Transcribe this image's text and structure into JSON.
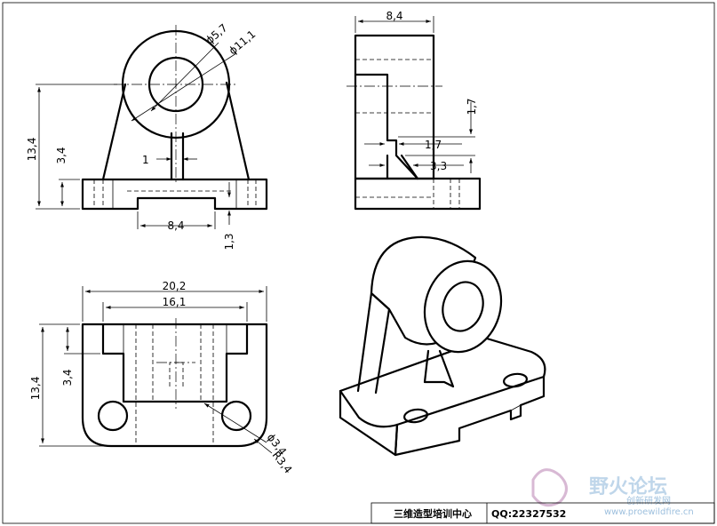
{
  "front_view": {
    "dims": {
      "hole_dia": "ϕ5,7",
      "outer_dia": "ϕ11,1",
      "height_total": "13,4",
      "height_base": "3,4",
      "rib_width": "1",
      "slot_width": "8,4",
      "slot_depth": "1,3"
    }
  },
  "side_view": {
    "dims": {
      "top_width": "8,4",
      "vertical": "1,7",
      "horizontal_a": "1,7",
      "horizontal_b": "3,3"
    }
  },
  "top_view": {
    "dims": {
      "overall_width": "20,2",
      "hole_spacing": "16,1",
      "depth_total": "13,4",
      "depth_front": "3,4",
      "hole_dia": "ϕ3,4",
      "corner_radius": "R3,4"
    }
  },
  "title_block": {
    "center_name": "三维造型培训中心",
    "qq": "QQ:22327532"
  },
  "watermark": {
    "forum_name": "野火论坛",
    "site_name": "创新研发网",
    "url": "www.proewildfire.cn"
  },
  "colors": {
    "line": "#000000",
    "watermark": "#bfd6ea"
  }
}
